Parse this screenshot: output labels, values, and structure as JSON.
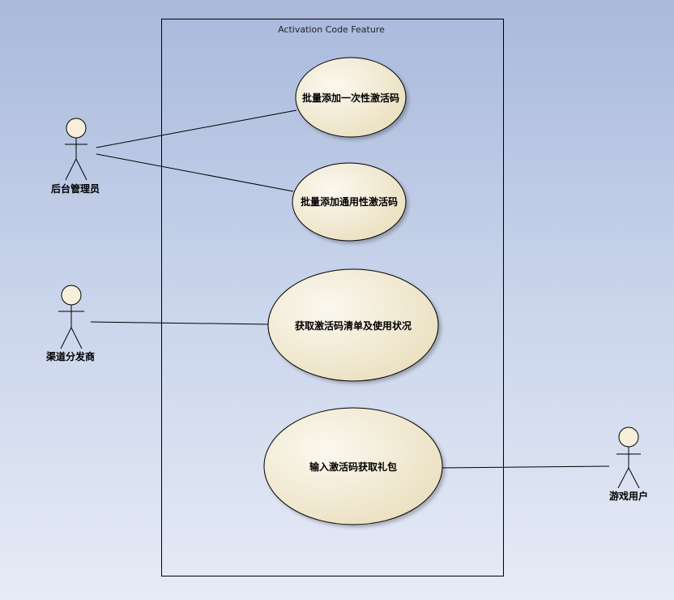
{
  "diagram": {
    "system_boundary": {
      "title": "Activation Code Feature"
    },
    "actors": [
      {
        "id": "admin",
        "label": "后台管理员",
        "icon": "stick-figure-icon"
      },
      {
        "id": "distributor",
        "label": "渠道分发商",
        "icon": "stick-figure-icon"
      },
      {
        "id": "player",
        "label": "游戏用户",
        "icon": "stick-figure-icon"
      }
    ],
    "use_cases": [
      {
        "id": "uc1",
        "label": "批量添加一次性激活码"
      },
      {
        "id": "uc2",
        "label": "批量添加通用性激活码"
      },
      {
        "id": "uc3",
        "label": "获取激活码清单及使用状况"
      },
      {
        "id": "uc4",
        "label": "输入激活码获取礼包"
      }
    ],
    "associations": [
      {
        "from": "admin",
        "to": "uc1"
      },
      {
        "from": "admin",
        "to": "uc2"
      },
      {
        "from": "distributor",
        "to": "uc3"
      },
      {
        "from": "uc4",
        "to": "player"
      }
    ],
    "colors": {
      "usecase_fill_light": "#fbf8ef",
      "usecase_fill_dark": "#ede2c4",
      "actor_head_fill": "#f7efd9",
      "stroke": "#000000"
    }
  }
}
